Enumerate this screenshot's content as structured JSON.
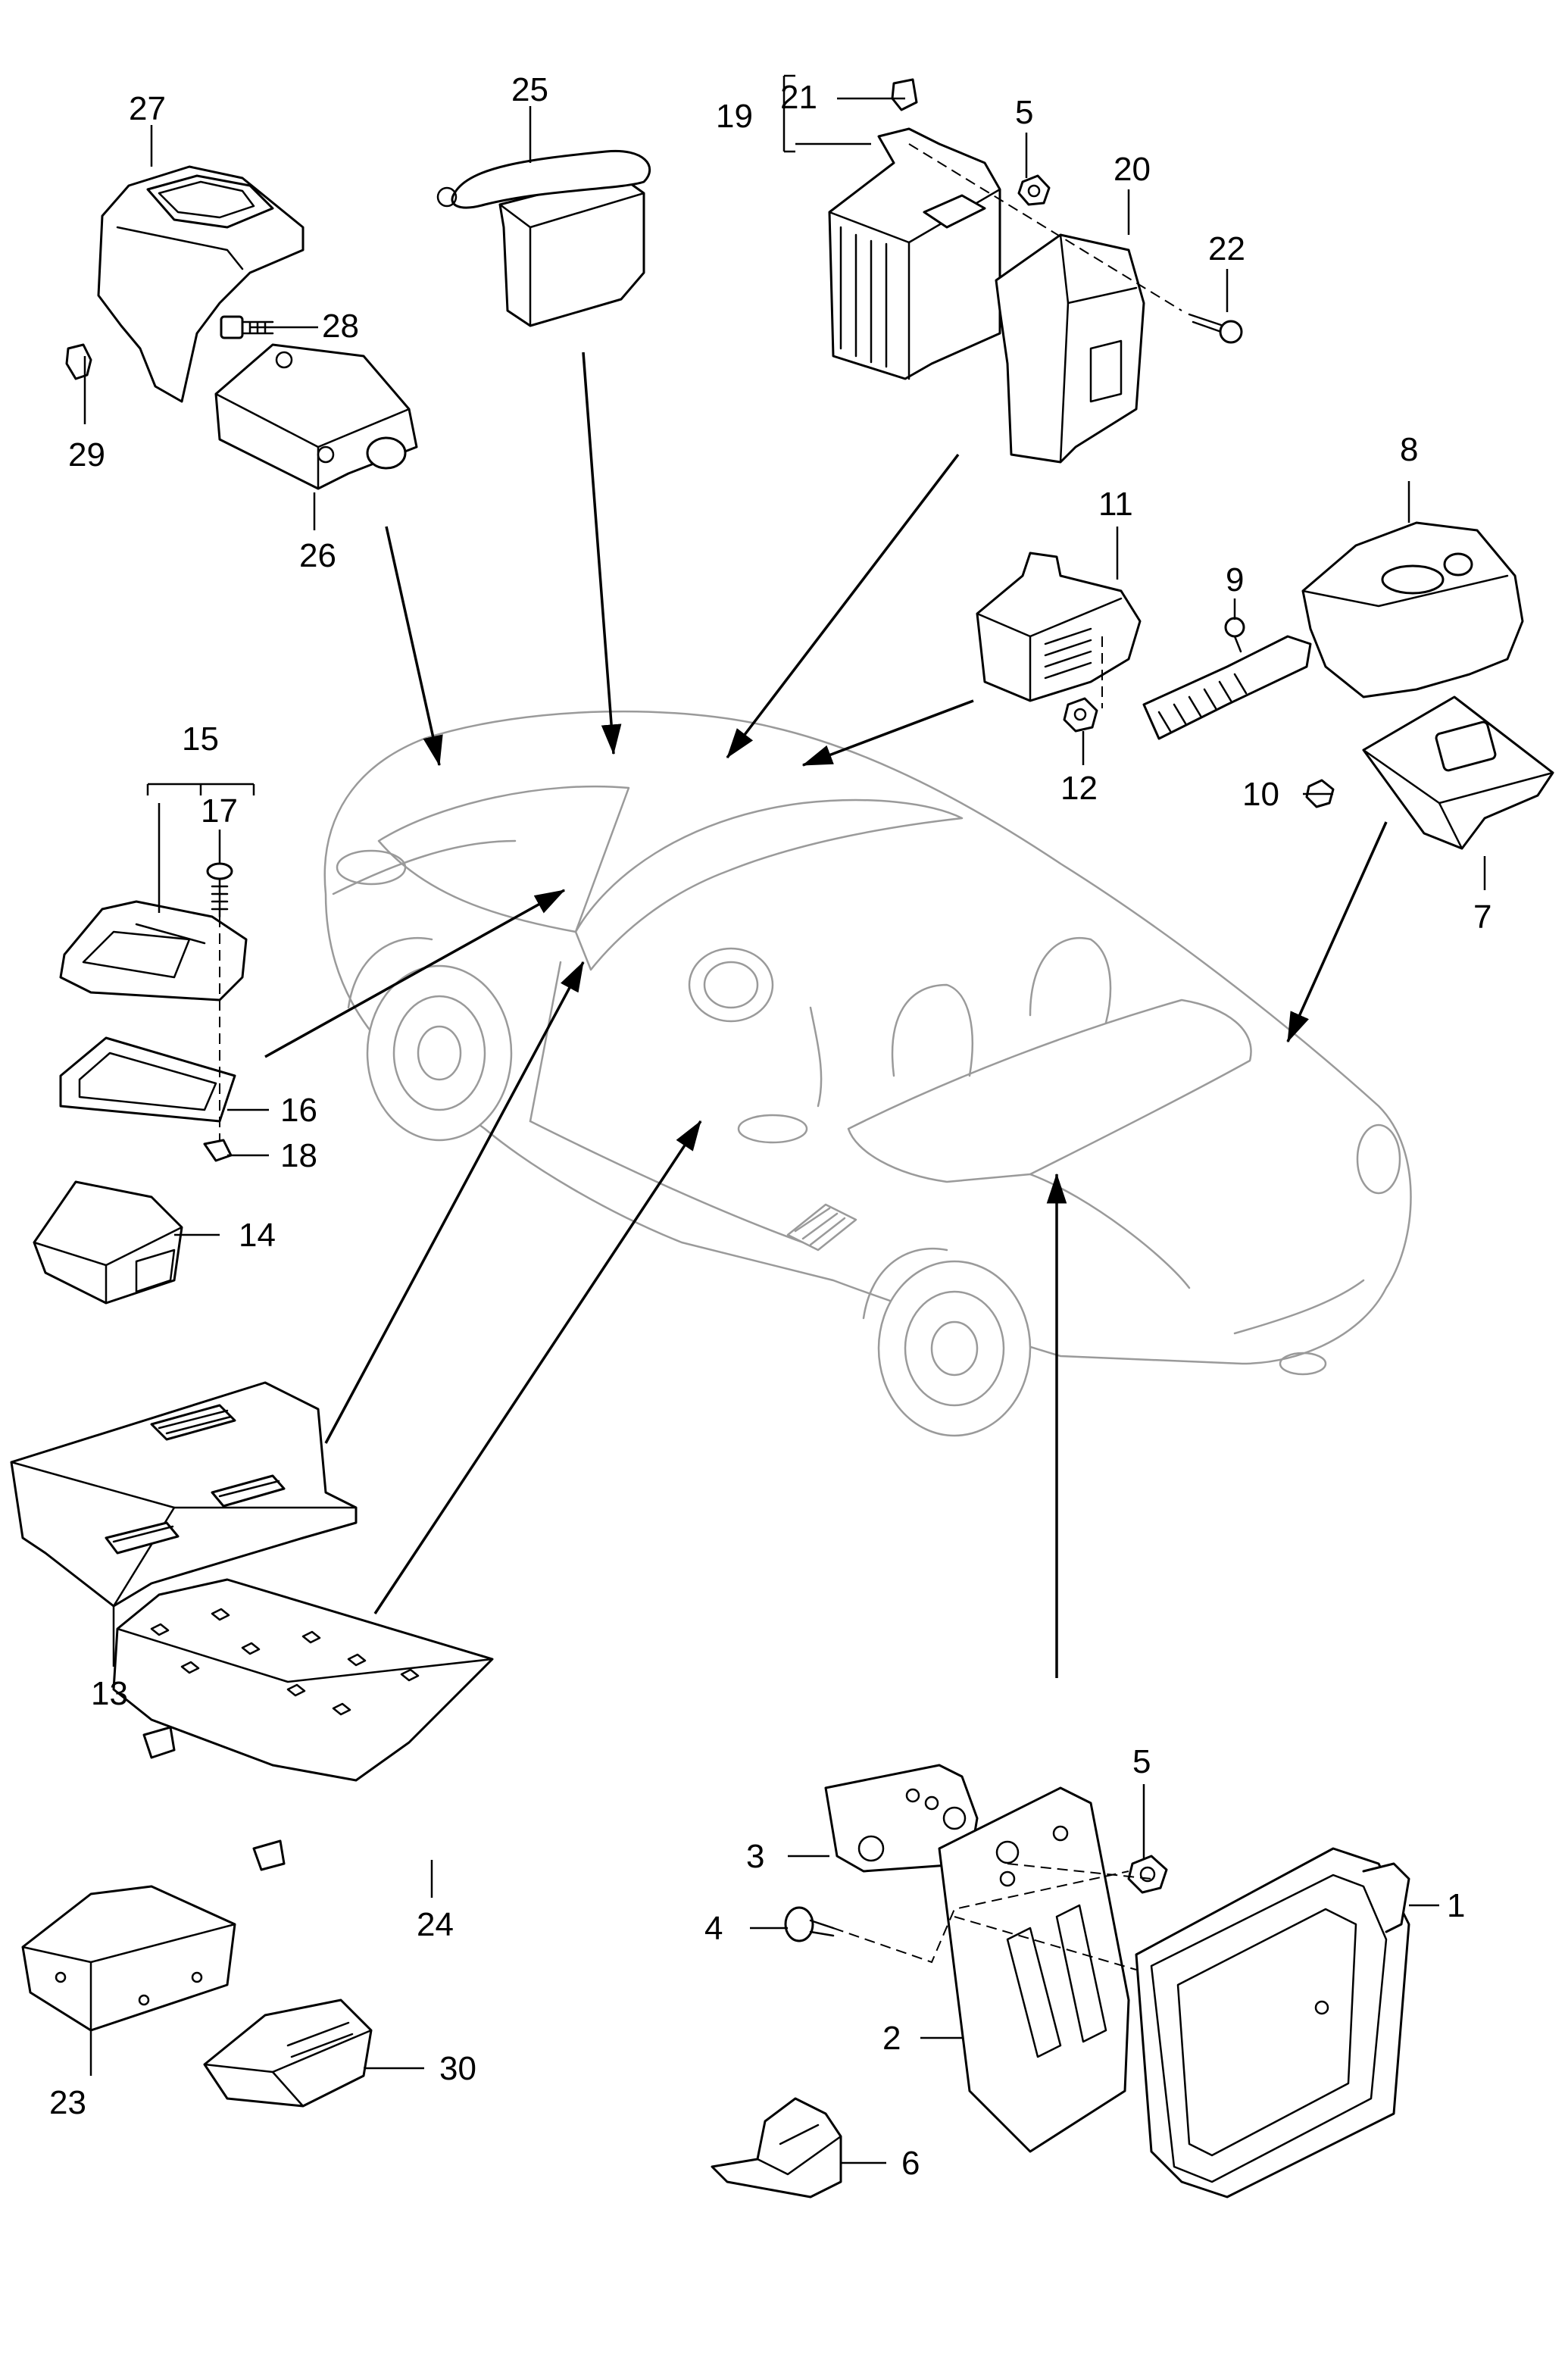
{
  "callouts": {
    "c1": "1",
    "c2": "2",
    "c3": "3",
    "c4": "4",
    "c5a": "5",
    "c5b": "5",
    "c6": "6",
    "c7": "7",
    "c8": "8",
    "c9": "9",
    "c10": "10",
    "c11": "11",
    "c12": "12",
    "c13": "13",
    "c14": "14",
    "c15": "15",
    "c16": "16",
    "c17": "17",
    "c18": "18",
    "c19": "19",
    "c20": "20",
    "c21": "21",
    "c22": "22",
    "c23": "23",
    "c24": "24",
    "c25": "25",
    "c26": "26",
    "c27": "27",
    "c28": "28",
    "c29": "29",
    "c30": "30"
  },
  "colors": {
    "line": "#000000",
    "vehicle_outline": "#9a9a9a",
    "background": "#ffffff"
  }
}
